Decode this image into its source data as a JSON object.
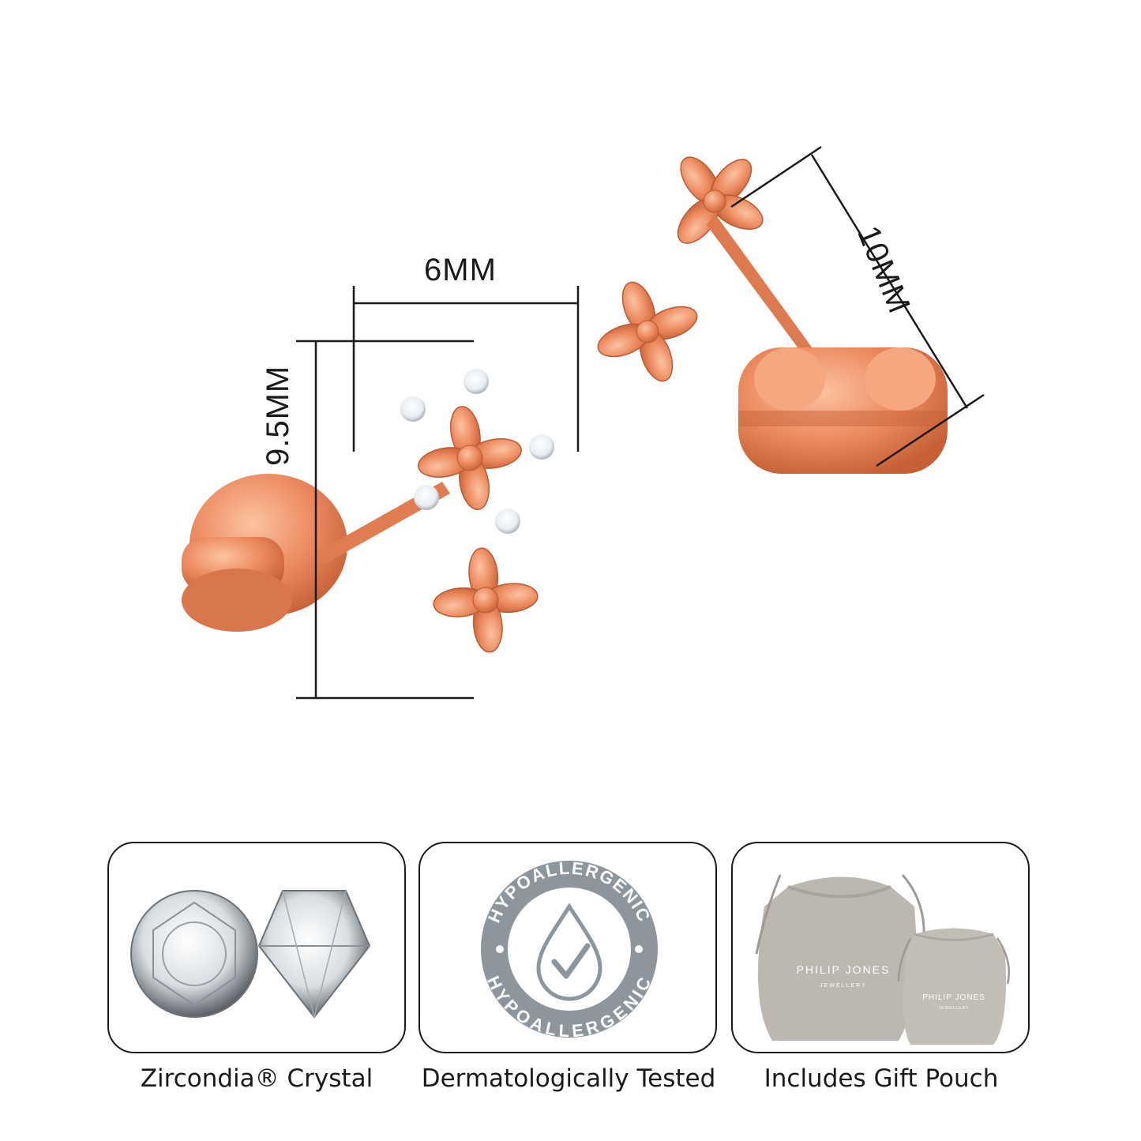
{
  "dimensions": {
    "width_label": "6MM",
    "height_label": "9.5MM",
    "depth_label": "10MM"
  },
  "features": [
    {
      "caption": "Zircondia® Crystal",
      "icon": "crystal-icon"
    },
    {
      "caption": "Dermatologically Tested",
      "icon": "hypoallergenic-badge-icon",
      "badge_text": "HYPOALLERGENIC"
    },
    {
      "caption": "Includes Gift Pouch",
      "icon": "gift-pouch-icon",
      "brand_line1": "PHILIP JONES",
      "brand_line2": "JEWELLERY"
    }
  ],
  "colors": {
    "rose_gold": "#e9875d",
    "rose_gold_dark": "#c8633a",
    "rose_gold_light": "#f7b48f",
    "badge_gray": "#8d959d",
    "pouch_gray": "#b8b3ad"
  }
}
